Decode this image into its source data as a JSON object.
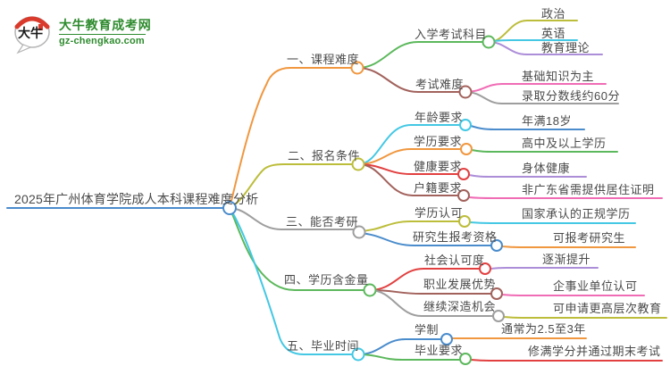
{
  "logo": {
    "title": "大牛教育成考网",
    "url": "gz-chengkao.com",
    "icon_text": "大牛"
  },
  "palette": {
    "blue": "#4a8ccc",
    "orange": "#f0973f",
    "olive": "#bcbd3a",
    "gray": "#9e9e9e",
    "green": "#5cb85c",
    "cyan": "#44c8e4",
    "brown": "#a2625c",
    "red": "#e24040",
    "pink": "#f06cb5",
    "purple": "#ac8dd8",
    "logo_green": "#2e8b2e",
    "logo_red": "#d93a2b",
    "text": "#4a4a4a"
  },
  "map": {
    "root": "2025年广州体育学院成人本科课程难度分析",
    "branches": [
      {
        "label": "一、课程难度",
        "children": [
          {
            "label": "入学考试科目",
            "children": [
              {
                "label": "政治"
              },
              {
                "label": "英语"
              },
              {
                "label": "教育理论"
              }
            ]
          },
          {
            "label": "考试难度",
            "children": [
              {
                "label": "基础知识为主"
              },
              {
                "label": "录取分数线约60分"
              }
            ]
          }
        ]
      },
      {
        "label": "二、报名条件",
        "children": [
          {
            "label": "年龄要求",
            "children": [
              {
                "label": "年满18岁"
              }
            ]
          },
          {
            "label": "学历要求",
            "children": [
              {
                "label": "高中及以上学历"
              }
            ]
          },
          {
            "label": "健康要求",
            "children": [
              {
                "label": "身体健康"
              }
            ]
          },
          {
            "label": "户籍要求",
            "children": [
              {
                "label": "非广东省需提供居住证明"
              }
            ]
          }
        ]
      },
      {
        "label": "三、能否考研",
        "children": [
          {
            "label": "学历认可",
            "children": [
              {
                "label": "国家承认的正规学历"
              }
            ]
          },
          {
            "label": "研究生报考资格",
            "children": [
              {
                "label": "可报考研究生"
              }
            ]
          }
        ]
      },
      {
        "label": "四、学历含金量",
        "children": [
          {
            "label": "社会认可度",
            "children": [
              {
                "label": "逐渐提升"
              }
            ]
          },
          {
            "label": "职业发展优势",
            "children": [
              {
                "label": "企事业单位认可"
              }
            ]
          },
          {
            "label": "继续深造机会",
            "children": [
              {
                "label": "可申请更高层次教育"
              }
            ]
          }
        ]
      },
      {
        "label": "五、毕业时间",
        "children": [
          {
            "label": "学制",
            "children": [
              {
                "label": "通常为2.5至3年"
              }
            ]
          },
          {
            "label": "毕业要求",
            "children": [
              {
                "label": "修满学分并通过期末考试"
              }
            ]
          }
        ]
      }
    ]
  }
}
